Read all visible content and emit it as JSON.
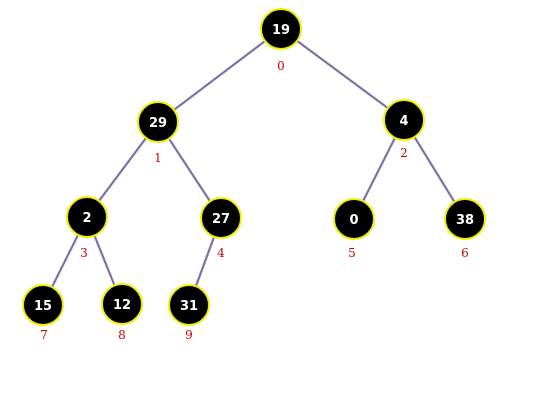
{
  "colors": {
    "background": "#ffffff",
    "edge": "#8070a8",
    "node_fill": "#000000",
    "node_stroke": "#f0f000",
    "node_text": "#ffffff",
    "index_text": "#cc0000"
  },
  "tree": {
    "nodes": [
      {
        "index": "0",
        "value": "19"
      },
      {
        "index": "1",
        "value": "29"
      },
      {
        "index": "2",
        "value": "4"
      },
      {
        "index": "3",
        "value": "2"
      },
      {
        "index": "4",
        "value": "27"
      },
      {
        "index": "5",
        "value": "0"
      },
      {
        "index": "6",
        "value": "38"
      },
      {
        "index": "7",
        "value": "15"
      },
      {
        "index": "8",
        "value": "12"
      },
      {
        "index": "9",
        "value": "31"
      }
    ],
    "edges": [
      {
        "from": "0",
        "to": "1"
      },
      {
        "from": "0",
        "to": "2"
      },
      {
        "from": "1",
        "to": "3"
      },
      {
        "from": "1",
        "to": "4"
      },
      {
        "from": "2",
        "to": "5"
      },
      {
        "from": "2",
        "to": "6"
      },
      {
        "from": "3",
        "to": "7"
      },
      {
        "from": "3",
        "to": "8"
      },
      {
        "from": "4",
        "to": "9"
      }
    ]
  }
}
